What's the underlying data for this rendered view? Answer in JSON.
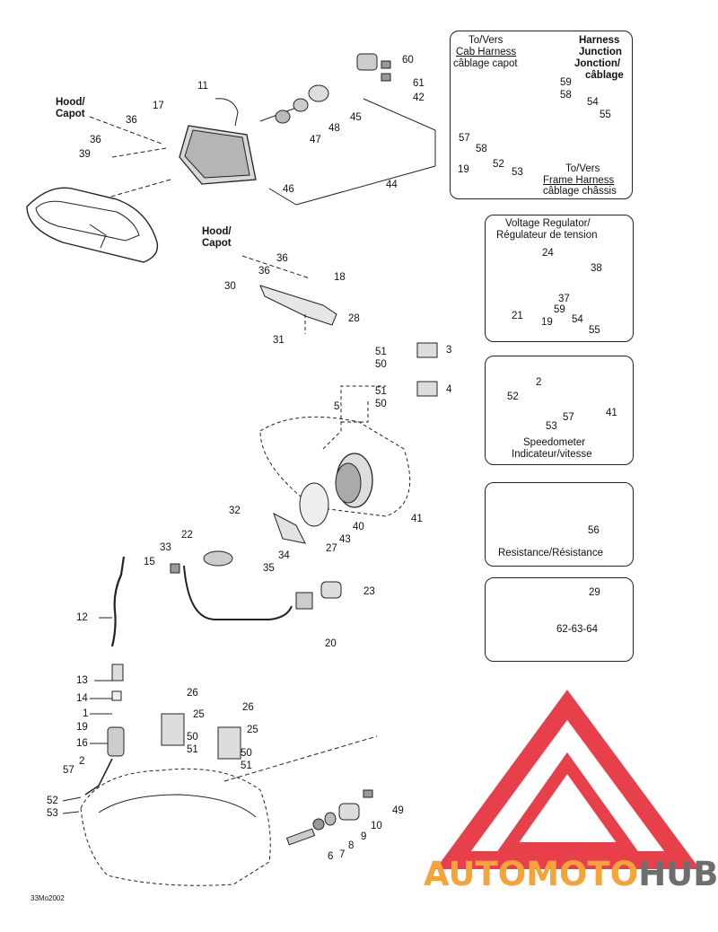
{
  "callouts": {
    "c1": "1",
    "c2": "2",
    "c3": "3",
    "c4": "4",
    "c5": "5",
    "c6": "6",
    "c7": "7",
    "c8": "8",
    "c9": "9",
    "c10": "10",
    "c11": "11",
    "c12": "12",
    "c13": "13",
    "c14": "14",
    "c15": "15",
    "c16": "16",
    "c17": "17",
    "c18": "18",
    "c19": "19",
    "c20": "20",
    "c21": "21",
    "c22": "22",
    "c23": "23",
    "c24": "24",
    "c25": "25",
    "c26": "26",
    "c27": "27",
    "c28": "28",
    "c29": "29",
    "c30": "30",
    "c31": "31",
    "c32": "32",
    "c33": "33",
    "c34": "34",
    "c35": "35",
    "c36": "36",
    "c37": "37",
    "c38": "38",
    "c39": "39",
    "c40": "40",
    "c41": "41",
    "c42": "42",
    "c43": "43",
    "c44": "44",
    "c45": "45",
    "c46": "46",
    "c47": "47",
    "c48": "48",
    "c49": "49",
    "c50": "50",
    "c51": "51",
    "c52": "52",
    "c53": "53",
    "c54": "54",
    "c55": "55",
    "c56": "56",
    "c57": "57",
    "c58": "58",
    "c59": "59",
    "c60": "60",
    "c61": "61",
    "c62": "62-63-64"
  },
  "labels": {
    "hood1_line1": "Hood/",
    "hood1_line2": "Capot",
    "hood2_line1": "Hood/",
    "hood2_line2": "Capot"
  },
  "boxes": {
    "harness": {
      "cab_line1": "To/Vers",
      "cab_line2": "Cab Harness",
      "cab_line3": "câblage capot",
      "junction_line1": "Harness",
      "junction_line2": "Junction",
      "junction_line3": "Jonction/",
      "junction_line4": "câblage",
      "frame_line1": "To/Vers",
      "frame_line2": "Frame Harness",
      "frame_line3": "câblage châssis"
    },
    "regulator": {
      "title_line1": "Voltage Regulator/",
      "title_line2": "Régulateur de tension"
    },
    "speedometer": {
      "title_line1": "Speedometer",
      "title_line2": "Indicateur/vitesse"
    },
    "resistance": {
      "title": "Resistance/Résistance"
    }
  },
  "footer_code": "33Mo2002",
  "watermark": {
    "part1": "AUTOMOTO",
    "part2": "HUB",
    "color_primary": "#e8404a",
    "color_secondary": "#f5a43a",
    "color_grey": "#6e6e6e"
  }
}
